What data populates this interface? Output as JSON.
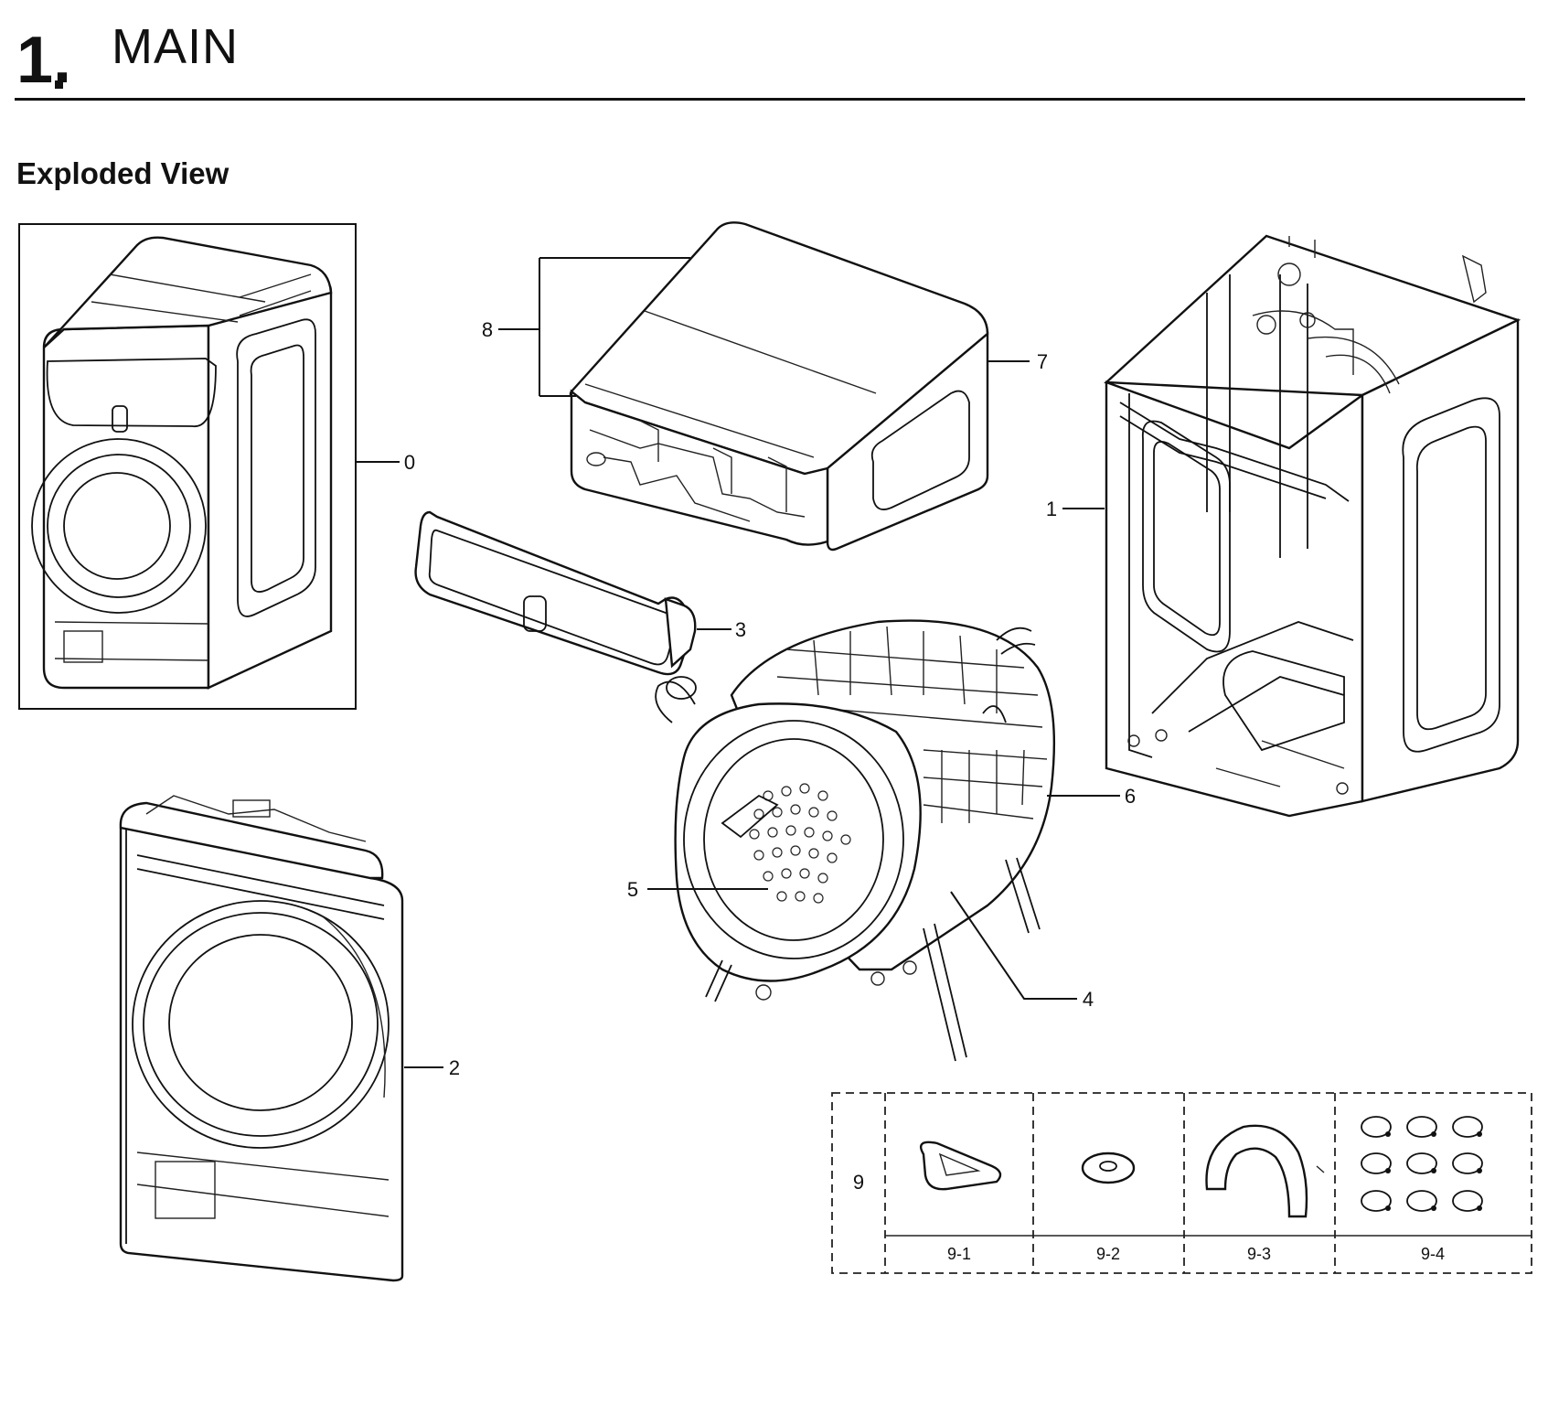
{
  "header": {
    "section_number": "1.",
    "section_title": "MAIN"
  },
  "subtitle": "Exploded View",
  "callouts": [
    {
      "id": "0",
      "label": "0"
    },
    {
      "id": "1",
      "label": "1"
    },
    {
      "id": "2",
      "label": "2"
    },
    {
      "id": "3",
      "label": "3"
    },
    {
      "id": "4",
      "label": "4"
    },
    {
      "id": "5",
      "label": "5"
    },
    {
      "id": "6",
      "label": "6"
    },
    {
      "id": "7",
      "label": "7"
    },
    {
      "id": "8",
      "label": "8"
    },
    {
      "id": "9",
      "label": "9"
    }
  ],
  "kit_table": {
    "label": "9",
    "cells": [
      "9-1",
      "9-2",
      "9-3",
      "9-4"
    ]
  }
}
